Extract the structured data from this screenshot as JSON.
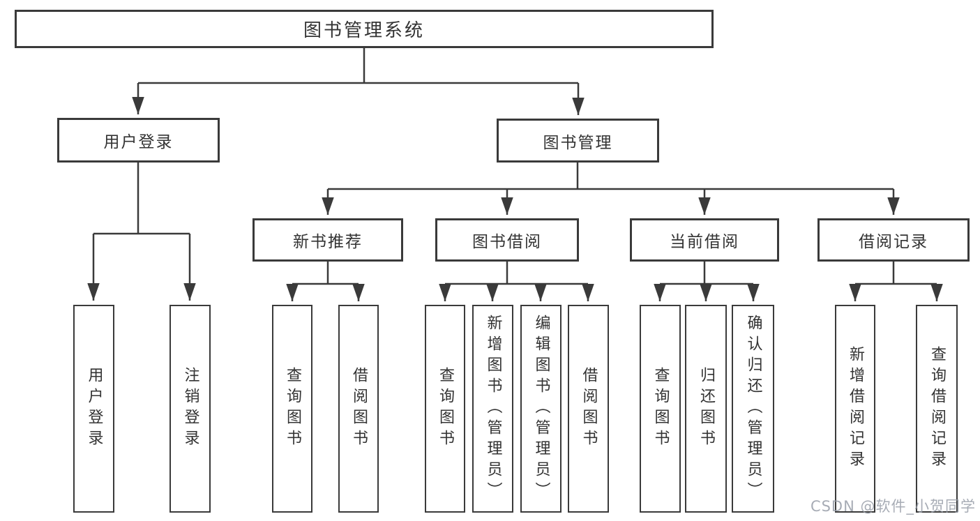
{
  "diagram": {
    "type": "hierarchy-tree",
    "nodes": {
      "root": "图书管理系统",
      "user_login": "用户登录",
      "book_mgmt": "图书管理",
      "new_books": "新书推荐",
      "borrow": "图书借阅",
      "current": "当前借阅",
      "records": "借阅记录"
    },
    "leaves": {
      "user_login": [
        "用户登录",
        "注销登录"
      ],
      "new_books": [
        "查询图书",
        "借阅图书"
      ],
      "borrow": [
        "查询图书",
        "新增图书（管理员）",
        "编辑图书（管理员）",
        "借阅图书"
      ],
      "current": [
        "查询图书",
        "归还图书",
        "确认归还（管理员）"
      ],
      "records": [
        "新增借阅记录",
        "查询借阅记录"
      ]
    },
    "colors": {
      "line": "#3a3a3a",
      "box_border": "#3a3a3a",
      "text": "#333333",
      "background": "#ffffff",
      "watermark": "#989ea8"
    },
    "watermark": "CSDN @软件_小贺同学"
  }
}
